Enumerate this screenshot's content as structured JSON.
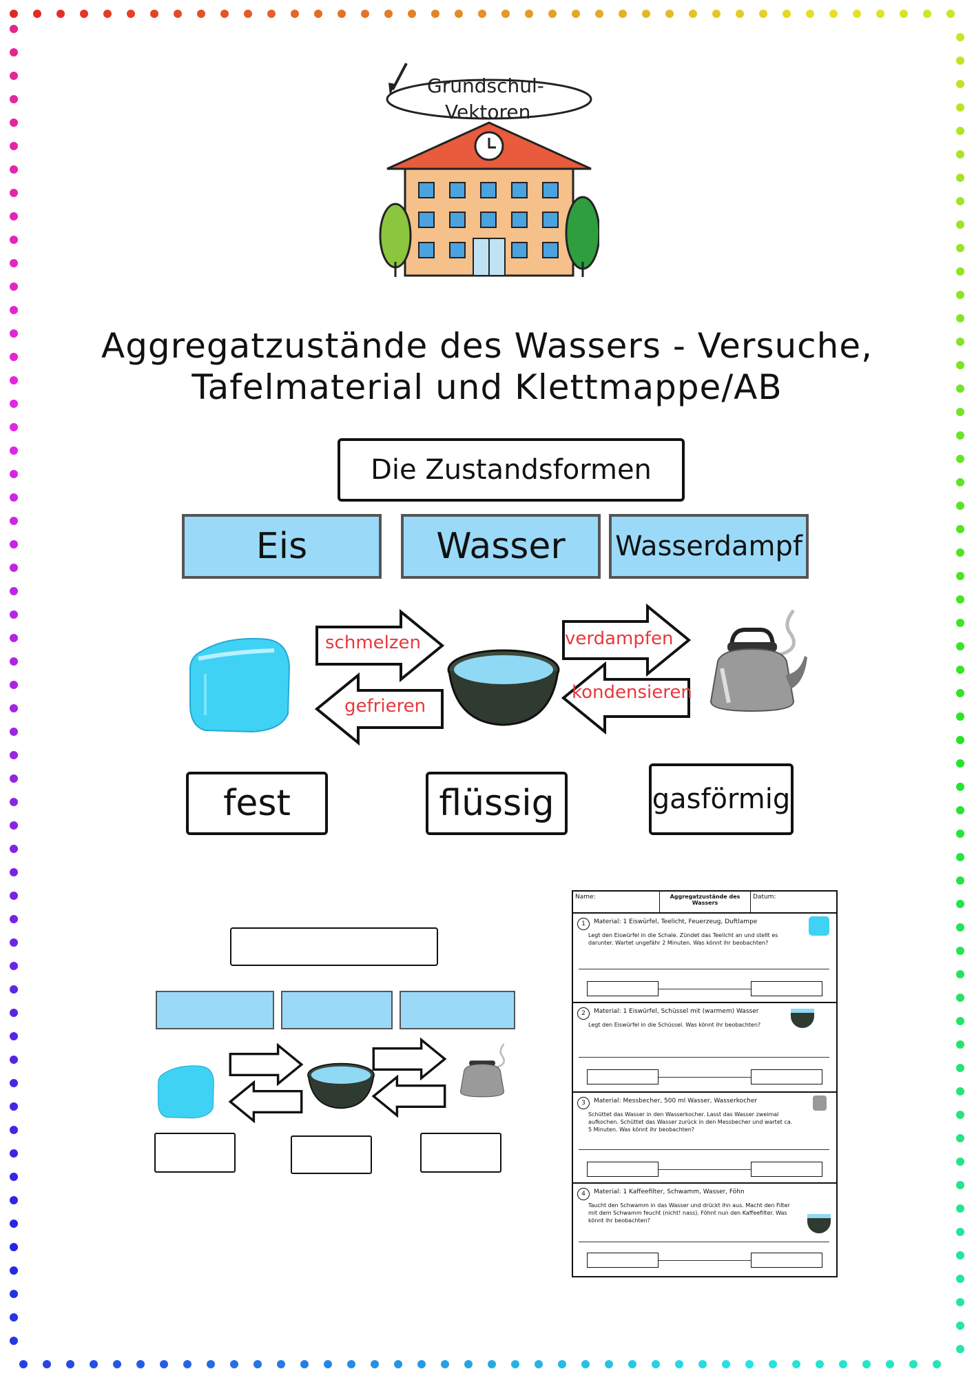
{
  "logo": {
    "line1": "Grundschul-",
    "line2": "Vektoren"
  },
  "title": {
    "line1": "Aggregatzustände des Wassers  -  Versuche,",
    "line2": "Tafelmaterial und Klettmappe/AB"
  },
  "heading": "Die Zustandsformen",
  "states": [
    "Eis",
    "Wasser",
    "Wasserdampf"
  ],
  "transitions": {
    "melt": "schmelzen",
    "freeze": "gefrieren",
    "evaporate": "verdampfen",
    "condense": "kondensieren"
  },
  "forms": [
    "fest",
    "flüssig",
    "gasförmig"
  ],
  "worksheet": {
    "name_label": "Name:",
    "title": "Aggregatzustände des Wassers",
    "date_label": "Datum:",
    "tasks": [
      {
        "num": "1",
        "material": "Material: 1 Eiswürfel, Teelicht, Feuerzeug, Duftlampe",
        "text": "Legt den Eiswürfel in die Schale. Zündet das Teelicht an und stellt es darunter. Wartet ungefähr 2 Minuten. Was könnt ihr beobachten?"
      },
      {
        "num": "2",
        "material": "Material: 1 Eiswürfel, Schüssel mit (warmem) Wasser",
        "text": "Legt den Eiswürfel in die Schüssel. Was könnt ihr beobachten?"
      },
      {
        "num": "3",
        "material": "Material: Messbecher, 500 ml Wasser, Wasserkocher",
        "text": "Schüttet das Wasser in den Wasserkocher. Lasst das Wasser zweimal aufkochen. Schüttet das Wasser zurück in den Messbecher und wartet ca. 5 Minuten. Was könnt ihr beobachten?"
      },
      {
        "num": "4",
        "material": "Material: 1 Kaffeefilter, Schwamm, Wasser, Föhn",
        "text": "Taucht den Schwamm in das Wasser und drückt ihn aus. Macht den Filter mit dem Schwamm feucht (nicht! nass). Föhnt nun den Kaffeefilter. Was könnt ihr beobachten?"
      }
    ]
  }
}
